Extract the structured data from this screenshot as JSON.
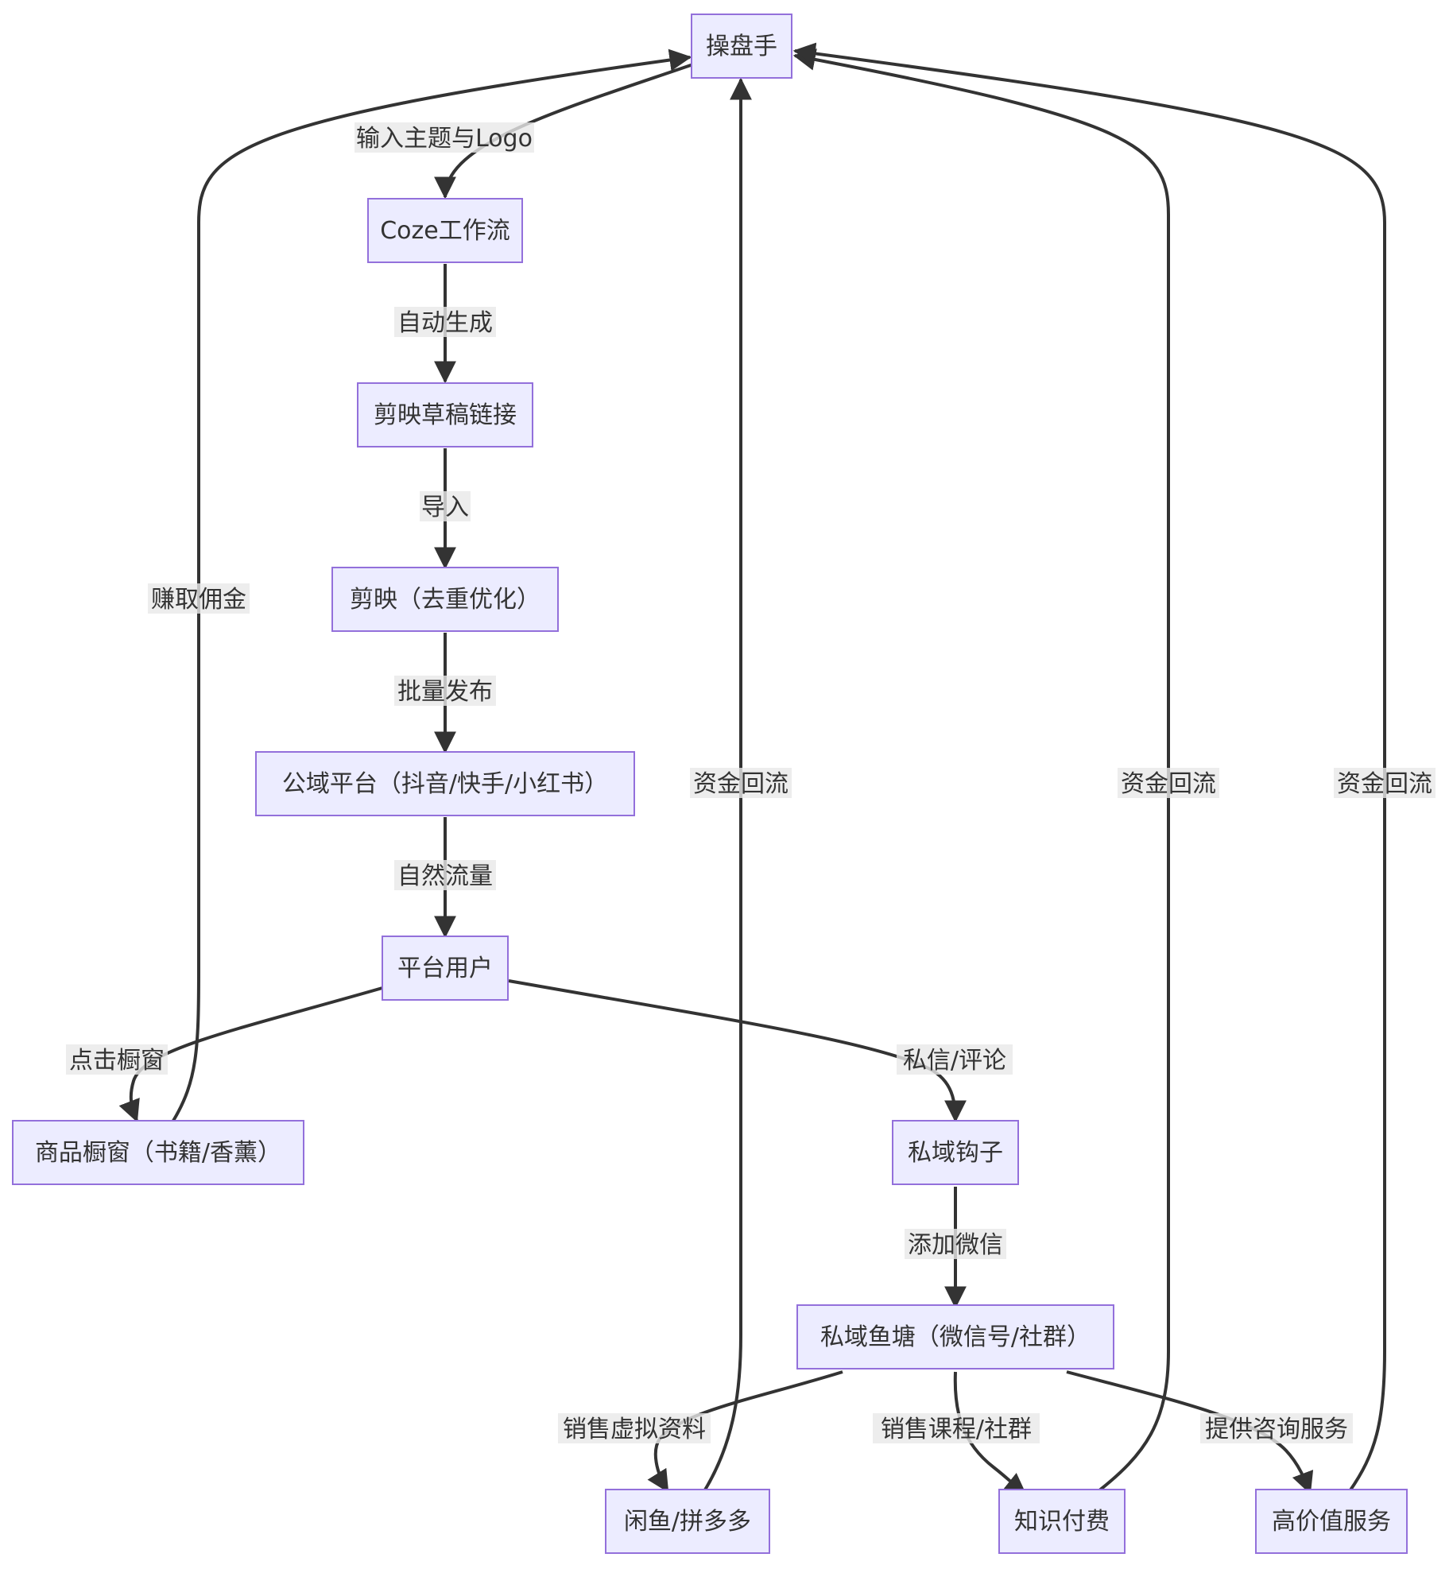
{
  "diagram": {
    "type": "flowchart",
    "nodes": {
      "trader": "操盘手",
      "coze": "Coze工作流",
      "draft": "剪映草稿链接",
      "jianying": "剪映（去重优化）",
      "public": "公域平台（抖音/快手/小红书）",
      "users": "平台用户",
      "shop": "商品橱窗（书籍/香薰）",
      "hook": "私域钩子",
      "pond": "私域鱼塘（微信号/社群）",
      "xianyu": "闲鱼/拼多多",
      "knowledge": "知识付费",
      "service": "高价值服务"
    },
    "edges": {
      "trader_coze": "输入主题与Logo",
      "coze_draft": "自动生成",
      "draft_jianying": "导入",
      "jianying_public": "批量发布",
      "public_users": "自然流量",
      "users_shop": "点击橱窗",
      "shop_trader": "赚取佣金",
      "users_hook": "私信/评论",
      "hook_pond": "添加微信",
      "pond_xianyu": "销售虚拟资料",
      "pond_knowledge": "销售课程/社群",
      "pond_service": "提供咨询服务",
      "xianyu_trader": "资金回流",
      "knowledge_trader": "资金回流",
      "service_trader": "资金回流"
    }
  },
  "colors": {
    "node_fill": "#ececff",
    "node_stroke": "#9370db",
    "edge": "#333333",
    "label_bg": "#e8e8e8",
    "text": "#333333"
  }
}
